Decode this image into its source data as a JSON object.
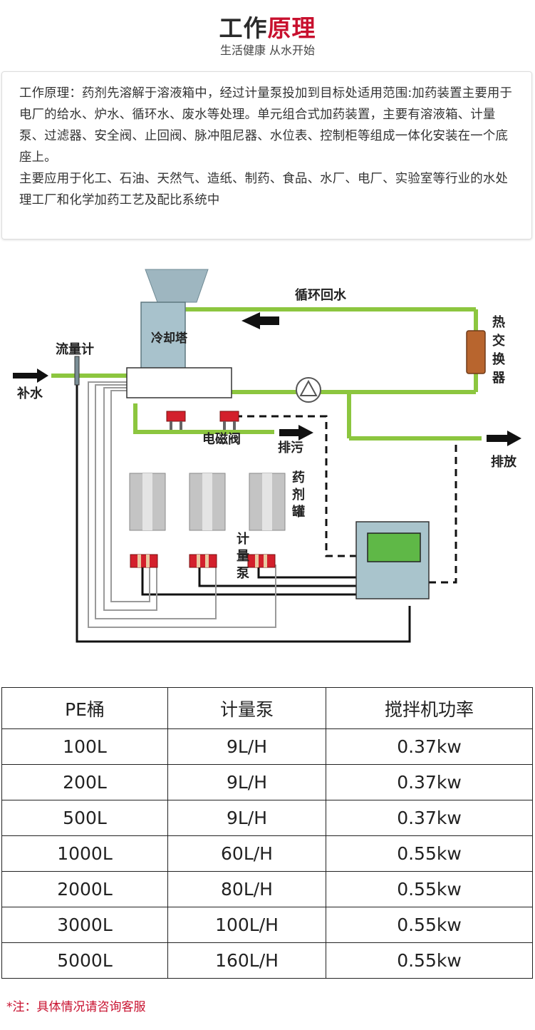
{
  "header": {
    "title_part1": "工作",
    "title_part2": "原理",
    "subtitle": "生活健康  从水开始"
  },
  "intro": {
    "paragraph1": "工作原理：药剂先溶解于溶液箱中，经过计量泵投加到目标处适用范围:加药装置主要用于电厂的给水、炉水、循环水、废水等处理。单元组合式加药装置，主要有溶液箱、计量泵、过滤器、安全阀、止回阀、脉冲阻尼器、水位表、控制柜等组成一体化安装在一个底座上。",
    "paragraph2": "主要应用于化工、石油、天然气、造纸、制药、食品、水厂、电厂、实验室等行业的水处理工厂和化学加药工艺及配比系统中"
  },
  "diagram": {
    "labels": {
      "circulating_return": "循环回水",
      "cooling_tower": "冷却塔",
      "flow_meter": "流量计",
      "makeup_water": "补水",
      "heat_exchanger": [
        "热",
        "交",
        "换",
        "器"
      ],
      "solenoid_valve": "电磁阀",
      "sewage": "排污",
      "discharge": "排放",
      "chemical_tank": [
        "药",
        "剂",
        "罐"
      ],
      "metering_pump": [
        "计",
        "量",
        "泵"
      ]
    },
    "colors": {
      "pipe": "#8cc63f",
      "tower": "#a8c2cc",
      "tank": "#c4c4c4",
      "valve": "#d3202c",
      "exchanger": "#b8652e",
      "controller": "#a9c4cc",
      "screen": "#5fb847"
    },
    "icons": [
      "arrow-icon",
      "pump-icon",
      "valve-icon"
    ]
  },
  "table": {
    "headers": [
      "PE桶",
      "计量泵",
      "搅拌机功率"
    ],
    "rows": [
      [
        "100L",
        "9L/H",
        "0.37kw"
      ],
      [
        "200L",
        "9L/H",
        "0.37kw"
      ],
      [
        "500L",
        "9L/H",
        "0.37kw"
      ],
      [
        "1000L",
        "60L/H",
        "0.55kw"
      ],
      [
        "2000L",
        "80L/H",
        "0.55kw"
      ],
      [
        "3000L",
        "100L/H",
        "0.55kw"
      ],
      [
        "5000L",
        "160L/H",
        "0.55kw"
      ]
    ]
  },
  "note": "*注：具体情况请咨询客服"
}
